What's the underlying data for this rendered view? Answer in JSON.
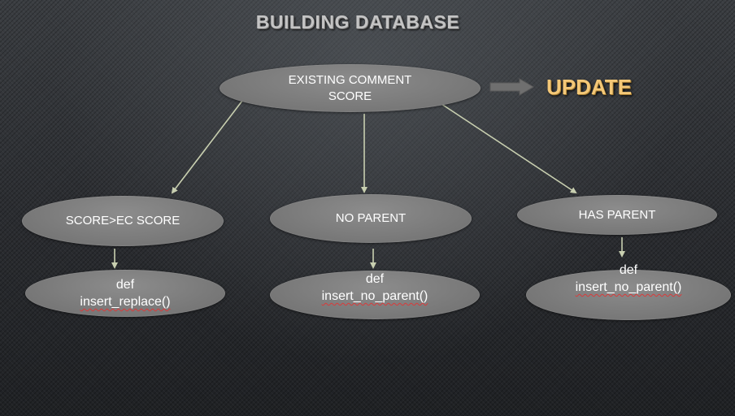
{
  "title": "BUILDING DATABASE",
  "root": {
    "label": "EXISTING COMMENT\nSCORE"
  },
  "update": {
    "label": "UPDATE"
  },
  "branches": [
    {
      "condition": "SCORE>EC SCORE",
      "code_kw": "def",
      "code_fn": "insert_replace()"
    },
    {
      "condition": "NO PARENT",
      "code_kw": "def",
      "code_fn": "insert_no_parent()"
    },
    {
      "condition": "HAS PARENT",
      "code_kw": "def",
      "code_fn": "insert_no_parent()"
    }
  ],
  "colors": {
    "node_fill": "#7d7d7d",
    "connector": "#c8cfb0",
    "update_text": "#f4c877",
    "arrow_fill": "#6f6f6f"
  }
}
